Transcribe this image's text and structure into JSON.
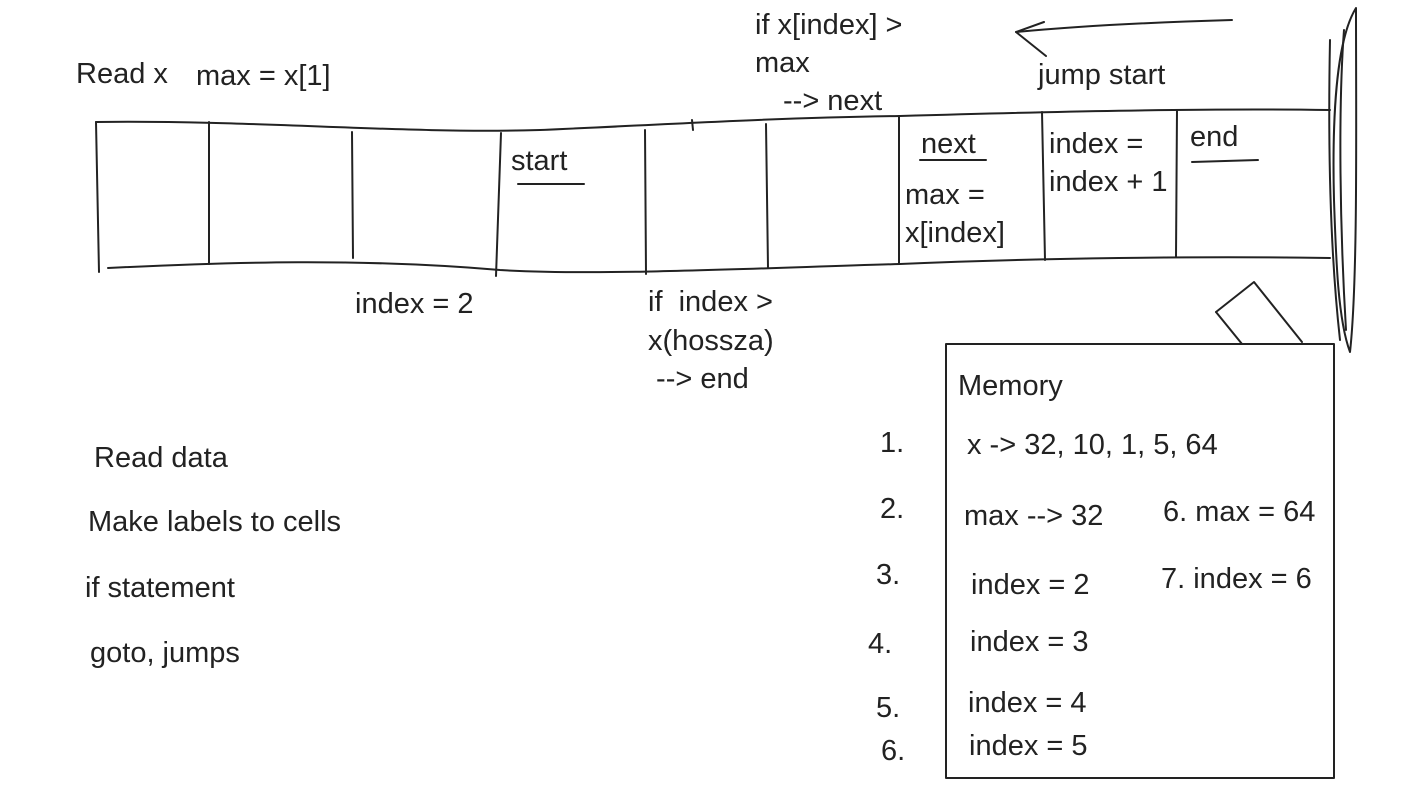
{
  "tape": {
    "top_labels": {
      "read_x": "Read x",
      "max_init": "max = x[1]",
      "if_max": [
        "if x[index] >",
        "max",
        "--> next"
      ],
      "jump_start": "jump start"
    },
    "cell_labels": {
      "start": "start",
      "next": "next",
      "max_assign": [
        "max =",
        "x[index]"
      ],
      "index_inc": [
        "index =",
        "index + 1"
      ],
      "end": "end"
    },
    "bottom_labels": {
      "index_2": "index = 2",
      "if_index": [
        "if  index >",
        "x(hossza)",
        " --> end"
      ]
    }
  },
  "notes": [
    "Read data",
    "Make labels to cells",
    "if statement",
    "goto, jumps"
  ],
  "memory": {
    "title": "Memory",
    "step_numbers": [
      "1.",
      "2.",
      "3.",
      "4.",
      "5.",
      "6."
    ],
    "entries": [
      "x -> 32, 10, 1, 5, 64",
      "max --> 32",
      "index = 2",
      "index = 3",
      "index = 4",
      "index = 5"
    ],
    "extra": [
      "6. max = 64",
      "7. index = 6"
    ]
  },
  "colors": {
    "ink": "#222222",
    "paper": "#ffffff"
  }
}
